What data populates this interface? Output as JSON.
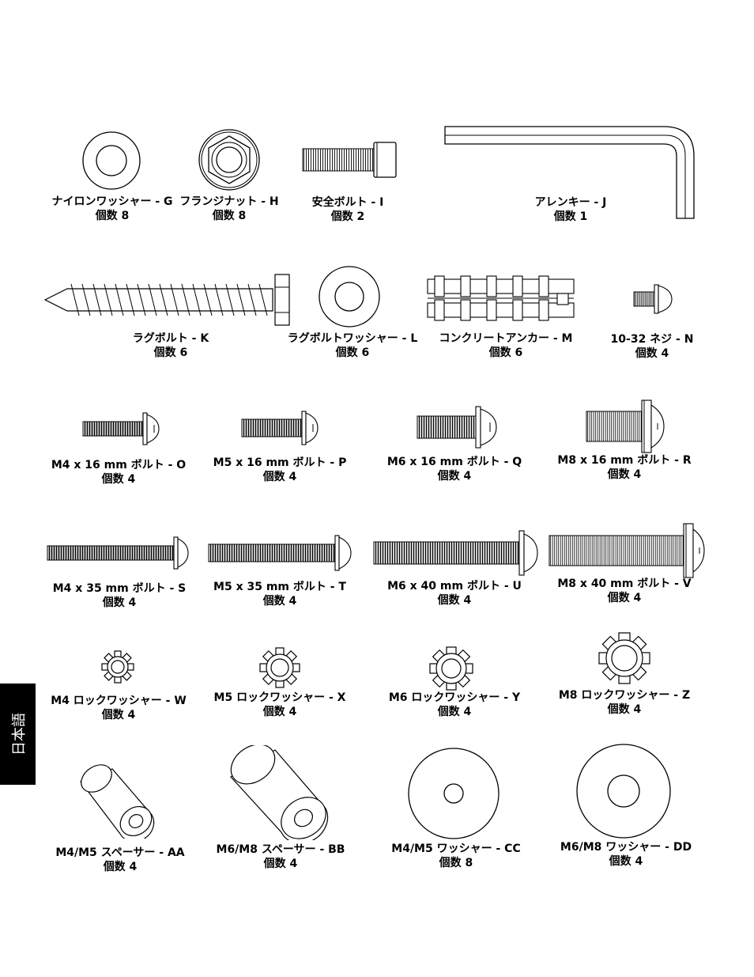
{
  "side_tab": "日本語",
  "parts": [
    {
      "name": "ナイロンワッシャー - G",
      "qty": "個数 8"
    },
    {
      "name": "フランジナット - H",
      "qty": "個数 8"
    },
    {
      "name": "安全ボルト - I",
      "qty": "個数 2"
    },
    {
      "name": "アレンキー - J",
      "qty": "個数 1"
    },
    {
      "name": "ラグボルト - K",
      "qty": "個数 6"
    },
    {
      "name": "ラグボルトワッシャー - L",
      "qty": "個数 6"
    },
    {
      "name": "コンクリートアンカー - M",
      "qty": "個数 6"
    },
    {
      "name": "10-32 ネジ - N",
      "qty": "個数 4"
    },
    {
      "name": "M4 x 16 mm ボルト - O",
      "qty": "個数 4"
    },
    {
      "name": "M5 x 16 mm ボルト - P",
      "qty": "個数 4"
    },
    {
      "name": "M6 x 16 mm ボルト - Q",
      "qty": "個数 4"
    },
    {
      "name": "M8 x 16 mm ボルト - R",
      "qty": "個数 4"
    },
    {
      "name": "M4 x 35 mm ボルト - S",
      "qty": "個数 4"
    },
    {
      "name": "M5 x 35 mm ボルト - T",
      "qty": "個数 4"
    },
    {
      "name": "M6 x 40 mm ボルト - U",
      "qty": "個数 4"
    },
    {
      "name": "M8 x 40 mm ボルト - V",
      "qty": "個数 4"
    },
    {
      "name": "M4 ロックワッシャー - W",
      "qty": "個数 4"
    },
    {
      "name": "M5 ロックワッシャー  - X",
      "qty": "個数 4"
    },
    {
      "name": "M6 ロックワッシャー - Y",
      "qty": "個数 4"
    },
    {
      "name": "M8 ロックワッシャー - Z",
      "qty": "個数 4"
    },
    {
      "name": "M4/M5 スペーサー - AA",
      "qty": "個数 4"
    },
    {
      "name": "M6/M8 スペーサー  - BB",
      "qty": "個数 4"
    },
    {
      "name": "M4/M5 ワッシャー - CC",
      "qty": "個数 8"
    },
    {
      "name": "M6/M8 ワッシャー - DD",
      "qty": "個数 4"
    }
  ]
}
